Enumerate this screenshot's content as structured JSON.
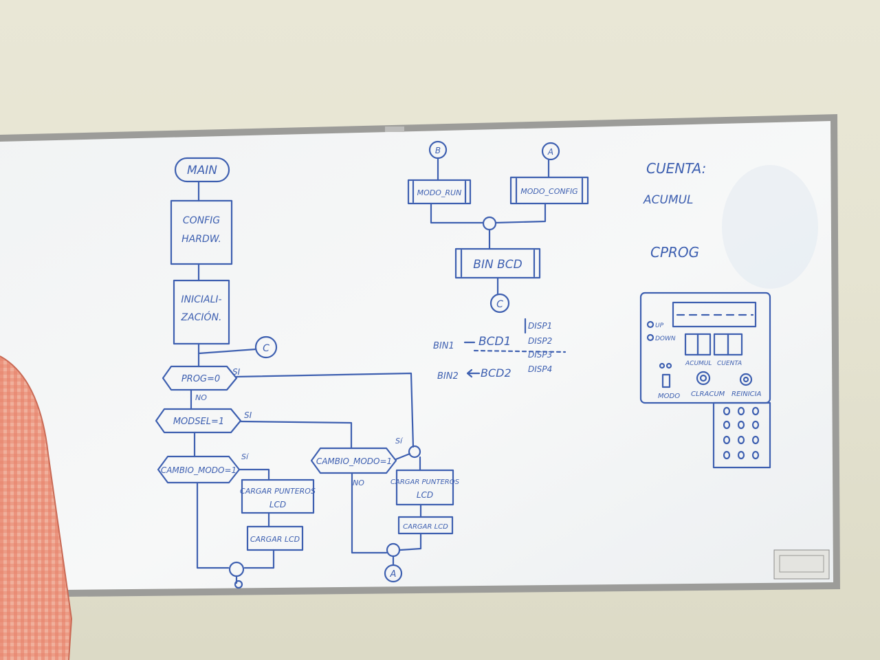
{
  "flowchart": {
    "main": "MAIN",
    "config": [
      "CONFIG",
      "HARDW."
    ],
    "inicializacion": [
      "INICIALI-",
      "ZACIÓN."
    ],
    "connector_c_left": "C",
    "prog_decision": "PROG=0",
    "modsel_decision": "MODSEL=1",
    "cambio_modo_left": "CAMBIO_MODO=1",
    "cambio_modo_right": "CAMBIO_MODO=1",
    "cargar_punteros_left": [
      "CARGAR PUNTEROS",
      "LCD"
    ],
    "cargar_punteros_right": [
      "CARGAR PUNTEROS",
      "LCD"
    ],
    "cargar_lcd_left": "CARGAR LCD",
    "cargar_lcd_right": "CARGAR LCD",
    "yes_label": "SI",
    "yes_label_short": "Sí",
    "no_label": "NO",
    "connector_a_bottom": "A"
  },
  "top_center": {
    "connector_b": "B",
    "connector_a": "A",
    "modo_run": "MODO_RUN",
    "modo_config": "MODO_CONFIG",
    "bin_bcd": "BIN BCD",
    "connector_c": "C",
    "bin1": "BIN1",
    "bcd1": "BCD1",
    "bin2": "BIN2",
    "bcd2": "BCD2",
    "disp1": "DISP1",
    "disp2": "DISP2",
    "disp3": "DISP3",
    "disp4": "DISP4"
  },
  "right_notes": {
    "cuenta": "CUENTA:",
    "acumul": "ACUMUL",
    "cprog": "CPROG",
    "up": "UP",
    "down": "DOWN",
    "acumul_label": "ACUMUL",
    "cuenta_label": "CUENTA",
    "modo": "MODO",
    "clracum": "CLRACUM",
    "reinicia": "REINICIA"
  },
  "colors": {
    "wall": "#e6e4d2",
    "board": "#f4f6f7",
    "frame": "#9a9a98",
    "marker": "#3d5fb0",
    "shirt": "#e8967f"
  }
}
